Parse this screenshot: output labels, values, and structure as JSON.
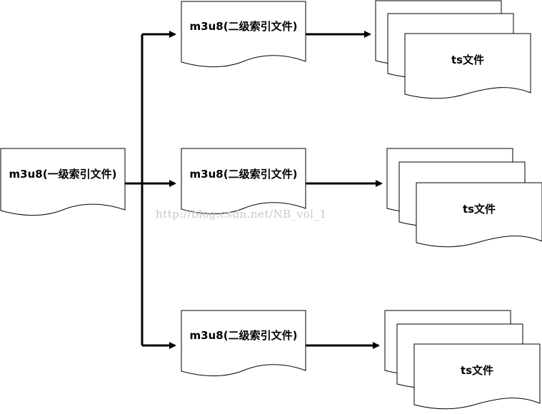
{
  "primary_index": {
    "label": "m3u8(一级索引文件)"
  },
  "secondary_indexes": [
    {
      "label": "m3u8(二级索引文件)",
      "ts_label": "ts文件"
    },
    {
      "label": "m3u8(二级索引文件)",
      "ts_label": "ts文件"
    },
    {
      "label": "m3u8(二级索引文件)",
      "ts_label": "ts文件"
    }
  ],
  "watermark": "http://blog.csdn.net/NB_vol_1"
}
